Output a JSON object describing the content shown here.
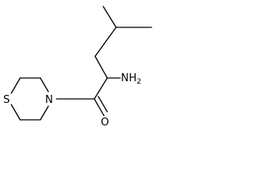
{
  "molecule": {
    "atoms": {
      "sulfur": "S",
      "nitrogen": "N",
      "oxygen": "O",
      "amine_main": "NH",
      "amine_sub": "2"
    }
  }
}
